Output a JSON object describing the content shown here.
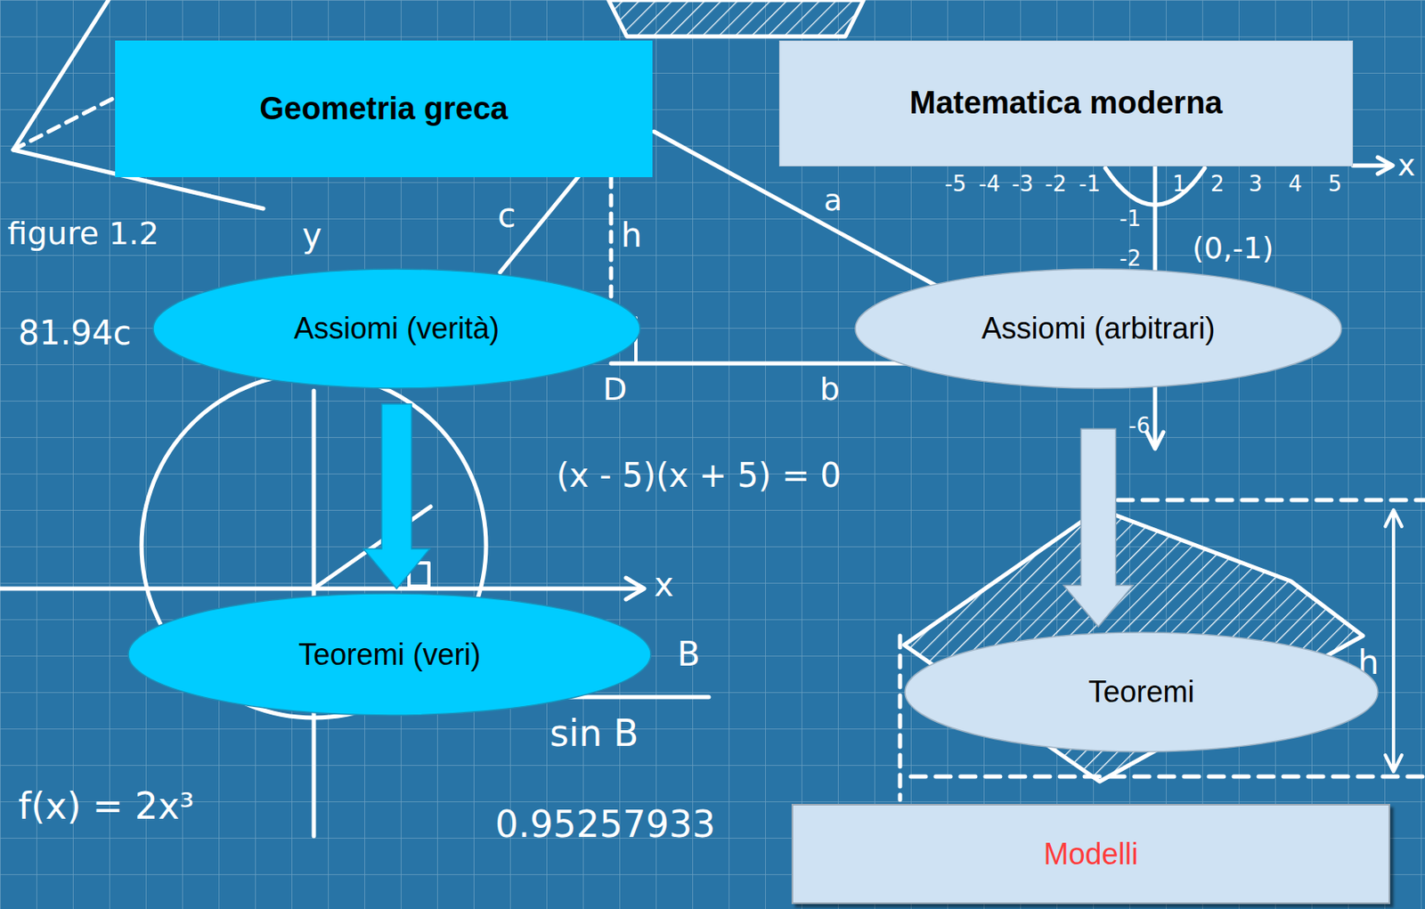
{
  "diagram": {
    "nodes": [
      {
        "text": [
          "Geometria greca"
        ]
      },
      {
        "text": [
          "Matematica moderna"
        ]
      },
      {
        "text": [
          "Assiomi (verità)"
        ]
      },
      {
        "text": [
          "Teoremi (veri)"
        ]
      },
      {
        "text": [
          "Assiomi (arbitrari)"
        ]
      },
      {
        "text": [
          "Teoremi"
        ]
      },
      {
        "text": [
          "Modelli"
        ]
      }
    ],
    "edges": [
      {
        "from": 2,
        "to": 3,
        "arrow": "to"
      },
      {
        "from": 4,
        "to": 5,
        "arrow": "to"
      }
    ],
    "labels": [
      "figure 1.2",
      "y",
      "c",
      "h",
      "a",
      "81.94c",
      "D",
      "b",
      "(x - 5)(x + 5) = 0",
      "x",
      "B",
      "sin B",
      "f(x) = 2x³",
      "0.95257933",
      "-5",
      "-4",
      "-3",
      "-2",
      "-1",
      "1",
      "2",
      "3",
      "4",
      "5",
      "x",
      "-1",
      "(0,-1)",
      "-2",
      "-6",
      "h"
    ]
  }
}
